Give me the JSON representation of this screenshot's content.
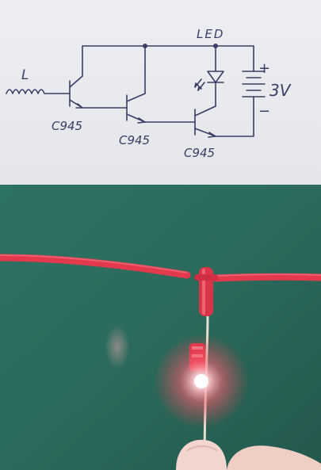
{
  "schematic": {
    "inductor_label": "L",
    "led_label": "LED",
    "plus_label": "+",
    "minus_label": "−",
    "voltage_label": "3V",
    "transistors": [
      {
        "label": "C945"
      },
      {
        "label": "C945"
      },
      {
        "label": "C945"
      }
    ]
  },
  "colors": {
    "paper": "#e9eaec",
    "ink": "#3a3d66",
    "board": "#2f6f5f",
    "wire": "#e0374a",
    "led_glow": "#ff3a4a"
  }
}
